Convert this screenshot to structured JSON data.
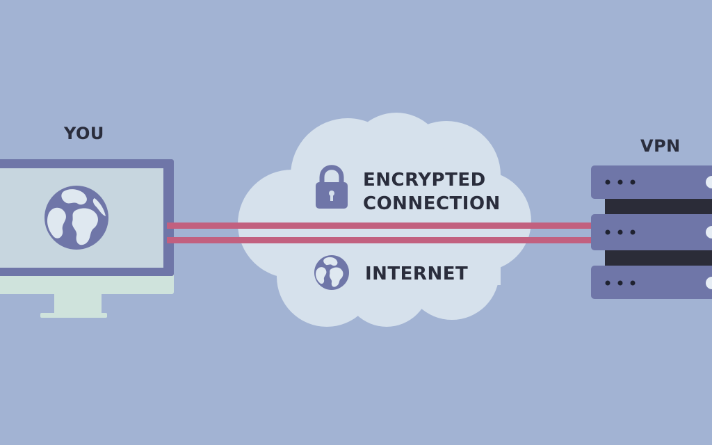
{
  "labels": {
    "you": "YOU",
    "vpn": "VPN",
    "encrypted_line1": "ENCRYPTED",
    "encrypted_line2": "CONNECTION",
    "internet": "INTERNET"
  },
  "colors": {
    "background": "#a2b3d3",
    "cloud": "#d6e1ec",
    "monitor_frame": "#6f76a8",
    "monitor_screen": "#c7d6df",
    "monitor_stand": "#cfe3dc",
    "server": "#6f76a8",
    "server_gap": "#2b2c38",
    "connection_line": "#c2607f",
    "text": "#2a2d3c"
  },
  "icons": [
    "globe-icon",
    "lock-icon",
    "globe-icon"
  ]
}
